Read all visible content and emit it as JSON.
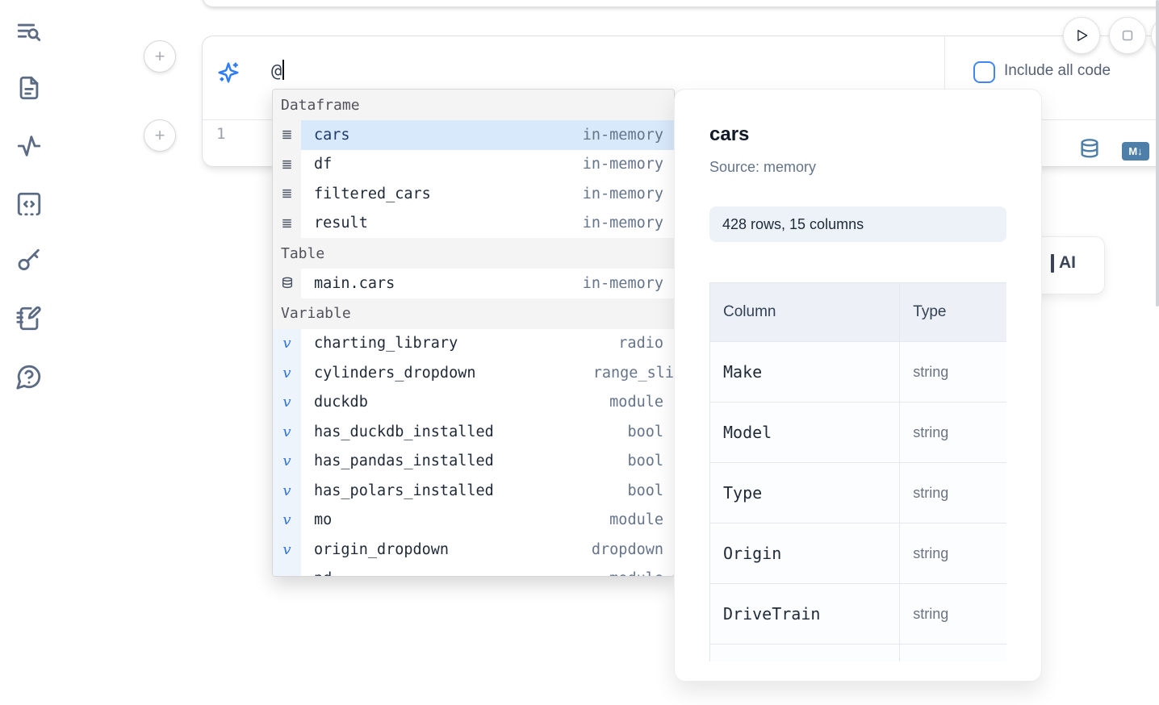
{
  "colors": {
    "accent_blue": "#2f7cf6",
    "steel_blue": "#4d7fa9",
    "selected_row_bg": "#d8e9fb",
    "checkbox_border": "#4285f4"
  },
  "sidebar": {
    "icons": [
      "toc-search",
      "file",
      "activity",
      "snippets",
      "secrets",
      "scratchpad",
      "help"
    ]
  },
  "cell": {
    "add_button_label": "+",
    "prompt_value": "@",
    "include_all_code_label": "Include all code",
    "include_all_code_checked": false,
    "line_number": "1",
    "markdown_badge": "M↓"
  },
  "ai_button": {
    "visible_text": "AI"
  },
  "completion": {
    "sections": [
      {
        "label": "Dataframe",
        "items": [
          {
            "name": "cars",
            "kind": "in-memory",
            "selected": true
          },
          {
            "name": "df",
            "kind": "in-memory"
          },
          {
            "name": "filtered_cars",
            "kind": "in-memory"
          },
          {
            "name": "result",
            "kind": "in-memory"
          }
        ]
      },
      {
        "label": "Table",
        "items": [
          {
            "name": "main.cars",
            "kind": "in-memory"
          }
        ]
      },
      {
        "label": "Variable",
        "items": [
          {
            "name": "charting_library",
            "kind": "radio"
          },
          {
            "name": "cylinders_dropdown",
            "kind": "range_sli"
          },
          {
            "name": "duckdb",
            "kind": "module"
          },
          {
            "name": "has_duckdb_installed",
            "kind": "bool"
          },
          {
            "name": "has_pandas_installed",
            "kind": "bool"
          },
          {
            "name": "has_polars_installed",
            "kind": "bool"
          },
          {
            "name": "mo",
            "kind": "module"
          },
          {
            "name": "origin_dropdown",
            "kind": "dropdown"
          },
          {
            "name": "pd",
            "kind": "module",
            "clipped": true
          }
        ]
      }
    ]
  },
  "preview": {
    "title": "cars",
    "source_label": "Source: memory",
    "shape_badge": "428 rows, 15 columns",
    "table": {
      "headers": [
        "Column",
        "Type"
      ],
      "rows": [
        [
          "Make",
          "string"
        ],
        [
          "Model",
          "string"
        ],
        [
          "Type",
          "string"
        ],
        [
          "Origin",
          "string"
        ],
        [
          "DriveTrain",
          "string"
        ],
        [
          "",
          ""
        ]
      ]
    }
  }
}
